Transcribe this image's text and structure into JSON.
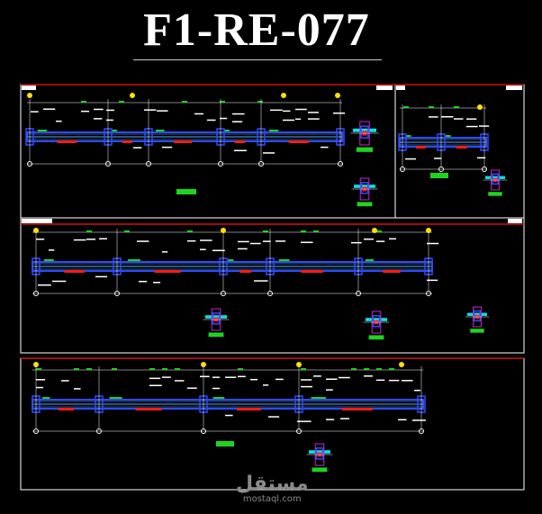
{
  "title": "F1-RE-077",
  "watermark": {
    "arabic": "مستقل",
    "site": "mostaql.com"
  },
  "colors": {
    "background": "#000000",
    "frame": "#ffffff",
    "sheet_border": "#d01010",
    "beam": "#2f4bff",
    "beam_light": "#5aa6ff",
    "rebar": "#ff1a1a",
    "green": "#1ed41e",
    "text": "#ffffff",
    "yellow_marker": "#ffe000",
    "cyan": "#00e5e5",
    "magenta": "#d020d0"
  }
}
